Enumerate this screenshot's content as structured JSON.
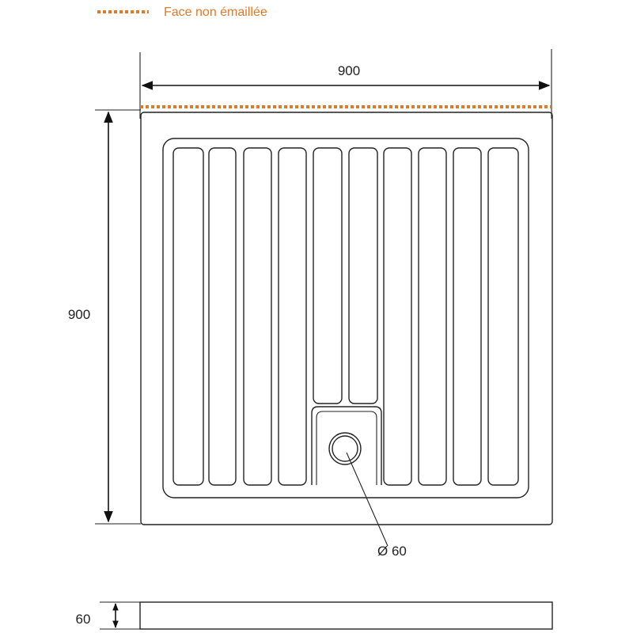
{
  "legend": {
    "label": "Face non émaillée",
    "color": "#e07a2a",
    "line_style": "dotted"
  },
  "dimensions": {
    "width": "900",
    "depth": "900",
    "drain_diameter": "Ø 60",
    "height": "60"
  },
  "plan": {
    "full_length_ribs": 8,
    "short_ribs_above_drain": 2
  },
  "colors": {
    "line": "#222222",
    "accent": "#e07a2a"
  }
}
